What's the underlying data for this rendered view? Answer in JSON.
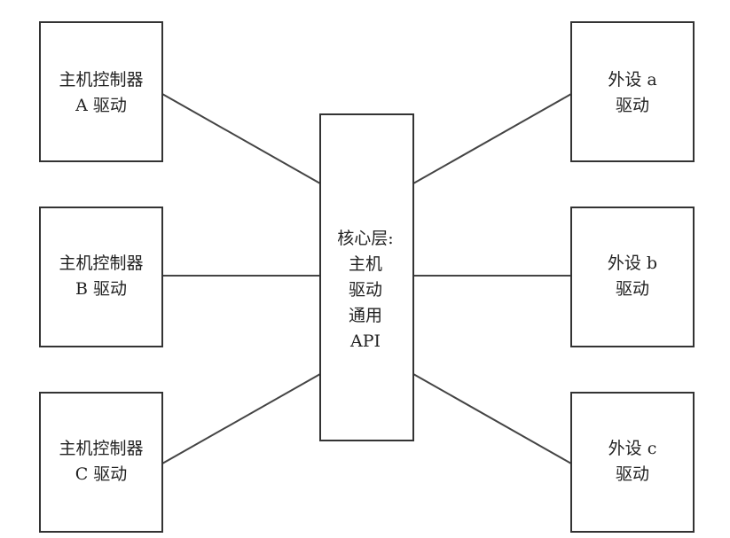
{
  "title": "Host driver architecture",
  "nodes": {
    "host_a": {
      "lines": [
        "主机控制器",
        "A 驱动"
      ]
    },
    "host_b": {
      "lines": [
        "主机控制器",
        "B 驱动"
      ]
    },
    "host_c": {
      "lines": [
        "主机控制器",
        "C 驱动"
      ]
    },
    "core": {
      "lines": [
        "核心层:",
        "主机",
        "驱动",
        "通用",
        "API"
      ]
    },
    "dev_a": {
      "lines": [
        "外设 a",
        "驱动"
      ]
    },
    "dev_b": {
      "lines": [
        "外设 b",
        "驱动"
      ]
    },
    "dev_c": {
      "lines": [
        "外设 c",
        "驱动"
      ]
    }
  },
  "edges": [
    {
      "from": "host_a",
      "to": "core"
    },
    {
      "from": "host_b",
      "to": "core"
    },
    {
      "from": "host_c",
      "to": "core"
    },
    {
      "from": "core",
      "to": "dev_a"
    },
    {
      "from": "core",
      "to": "dev_b"
    },
    {
      "from": "core",
      "to": "dev_c"
    }
  ]
}
